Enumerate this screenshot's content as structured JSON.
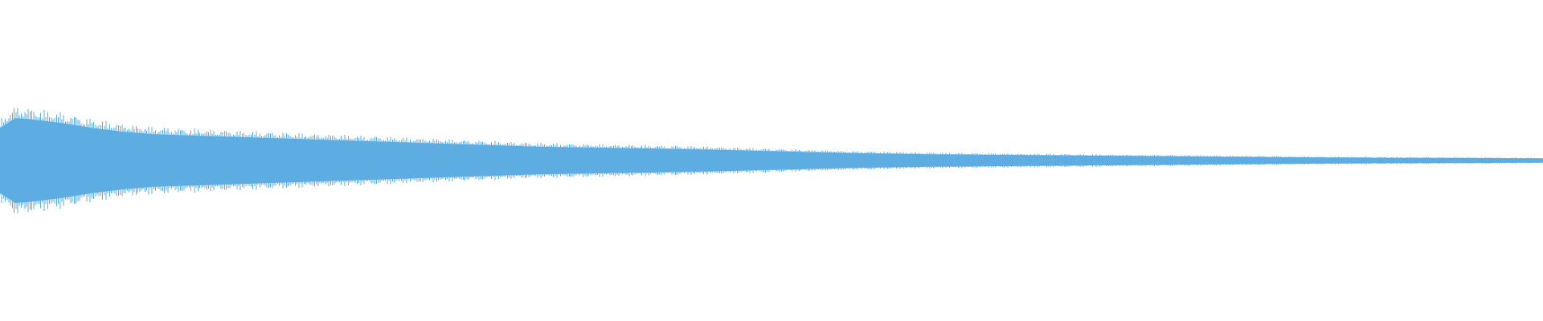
{
  "chart_data": {
    "type": "area",
    "title": "",
    "xlabel": "",
    "ylabel": "",
    "grid": false,
    "legend": "none",
    "color": "#5dade2",
    "background": "#ffffff",
    "ylim": [
      -1,
      1
    ],
    "xlim": [
      0,
      1
    ],
    "series": [
      {
        "x": [
          0.0,
          0.01,
          0.02,
          0.04,
          0.06,
          0.08,
          0.1,
          0.15,
          0.2,
          0.25,
          0.3,
          0.35,
          0.4,
          0.45,
          0.5,
          0.55,
          0.6,
          0.65,
          0.7,
          0.75,
          0.8,
          0.85,
          0.9,
          0.95,
          1.0
        ],
        "upper": [
          0.26,
          0.34,
          0.33,
          0.3,
          0.26,
          0.23,
          0.21,
          0.19,
          0.17,
          0.15,
          0.13,
          0.11,
          0.1,
          0.09,
          0.075,
          0.06,
          0.05,
          0.045,
          0.04,
          0.035,
          0.03,
          0.025,
          0.022,
          0.02,
          0.017
        ],
        "lower": [
          -0.26,
          -0.34,
          -0.33,
          -0.3,
          -0.26,
          -0.23,
          -0.21,
          -0.19,
          -0.17,
          -0.15,
          -0.13,
          -0.11,
          -0.1,
          -0.09,
          -0.075,
          -0.06,
          -0.05,
          -0.045,
          -0.04,
          -0.035,
          -0.03,
          -0.025,
          -0.022,
          -0.02,
          -0.017
        ]
      }
    ]
  }
}
